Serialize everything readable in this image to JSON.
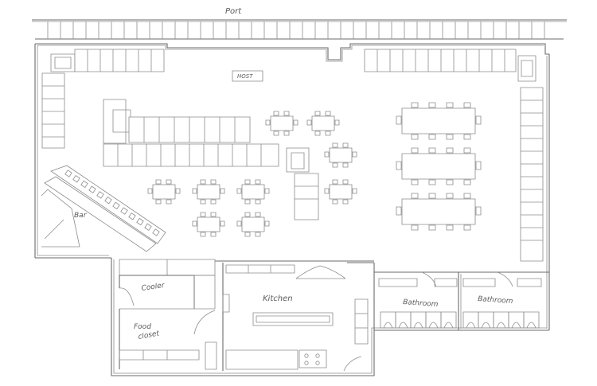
{
  "labels": {
    "port": "Port",
    "host": "HOST",
    "bar": "Bar",
    "kitchen": "Kitchen",
    "cooler": "Cooler",
    "food": "Food",
    "closet": "closet",
    "bathroom_left": "Bathroom",
    "bathroom_right": "Bathroom"
  },
  "colors": {
    "line": "#6b6b6b",
    "background": "#ffffff"
  }
}
